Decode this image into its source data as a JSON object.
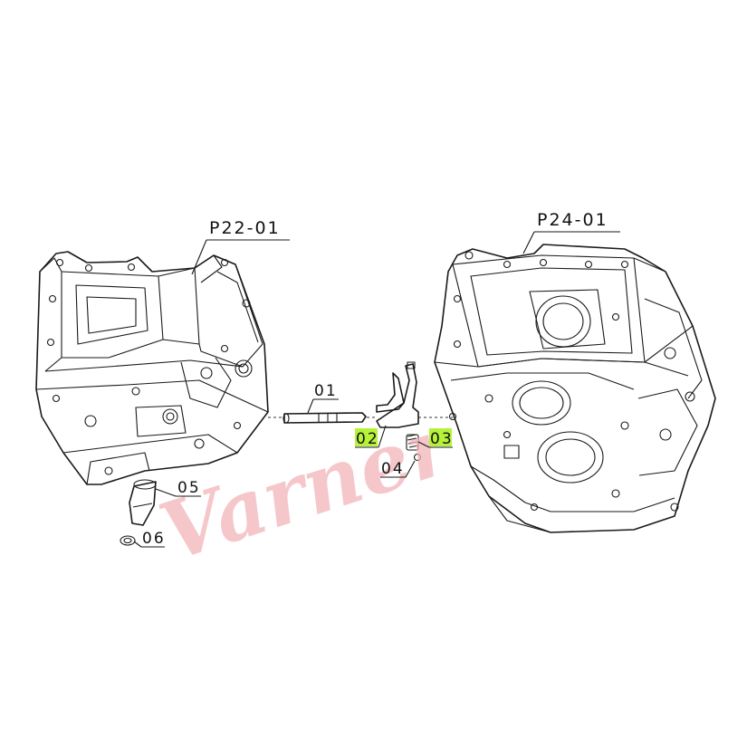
{
  "parts": {
    "left_assembly": "P22-01",
    "right_assembly": "P24-01",
    "items": [
      {
        "code": "01",
        "highlighted": false
      },
      {
        "code": "02",
        "highlighted": true
      },
      {
        "code": "03",
        "highlighted": true
      },
      {
        "code": "04",
        "highlighted": false
      },
      {
        "code": "05",
        "highlighted": false
      },
      {
        "code": "06",
        "highlighted": false
      }
    ]
  },
  "watermark": "Varner",
  "colors": {
    "highlight": "#b6f23a",
    "watermark": "#f2b4b8",
    "line": "#1a1a1a"
  }
}
